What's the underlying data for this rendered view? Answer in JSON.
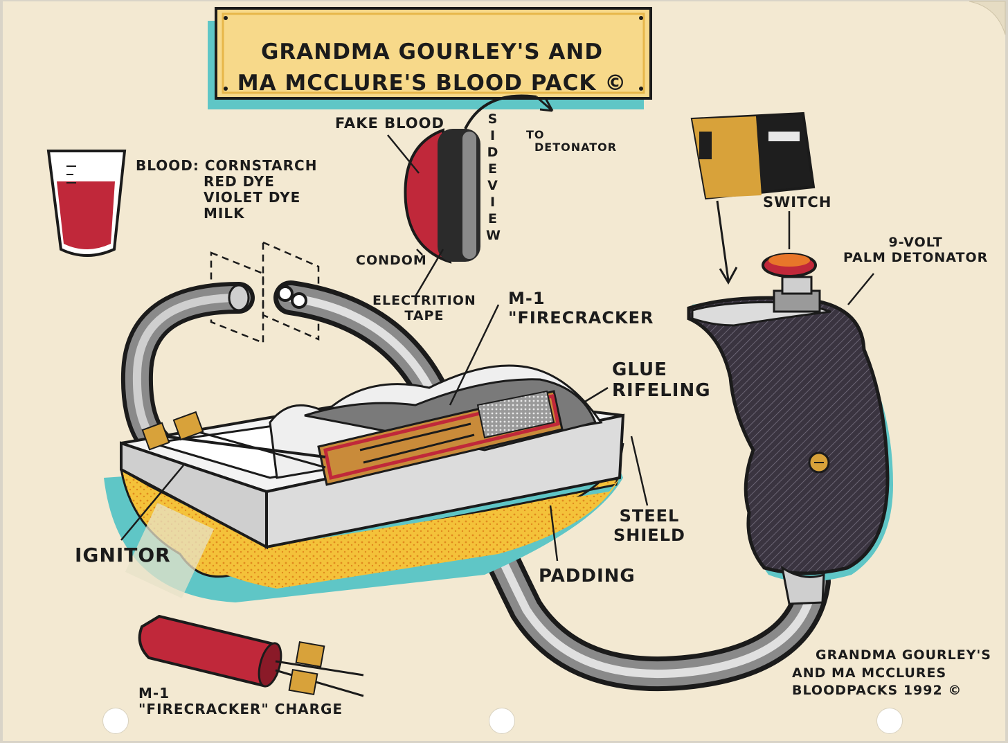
{
  "plaque": {
    "line1": "Grandma Gourley's and",
    "line2": "Ma McClure's Blood Pack ©"
  },
  "labels": {
    "blood_header": "Blood: Cornstarch",
    "blood_ingredients": [
      "Red Dye",
      "Violet Dye",
      "Milk"
    ],
    "fake_blood": "Fake Blood",
    "side_view": "SIDEVIEW",
    "to_detonator": [
      "To",
      "Detonator"
    ],
    "condom": "Condom",
    "electrical_tape": [
      "Electrition",
      "Tape"
    ],
    "m1_firecracker": [
      "M-1",
      "\"Firecracker"
    ],
    "switch": "Switch",
    "palm_detonator": [
      "9-Volt",
      "Palm Detonator"
    ],
    "glue_rifeling": [
      "Glue",
      "Rifeling"
    ],
    "steel_shield": [
      "Steel",
      "Shield"
    ],
    "padding": "Padding",
    "ignitor": "Ignitor",
    "charge": [
      "M-1",
      "\"Firecracker\" Charge"
    ],
    "signature": [
      "Grandma Gourley's",
      "and Ma McClures",
      "Bloodpacks 1992 ©"
    ]
  },
  "colors": {
    "paper": "#f3e9d2",
    "plaque": "#f7d98a",
    "blood_red": "#c0283a",
    "shadow_teal": "#5fc6c6",
    "padding_yellow": "#f4c23a",
    "steel_gray": "#dcdcdc",
    "grip_dark": "#3a3440",
    "ink": "#1b1b1b"
  }
}
